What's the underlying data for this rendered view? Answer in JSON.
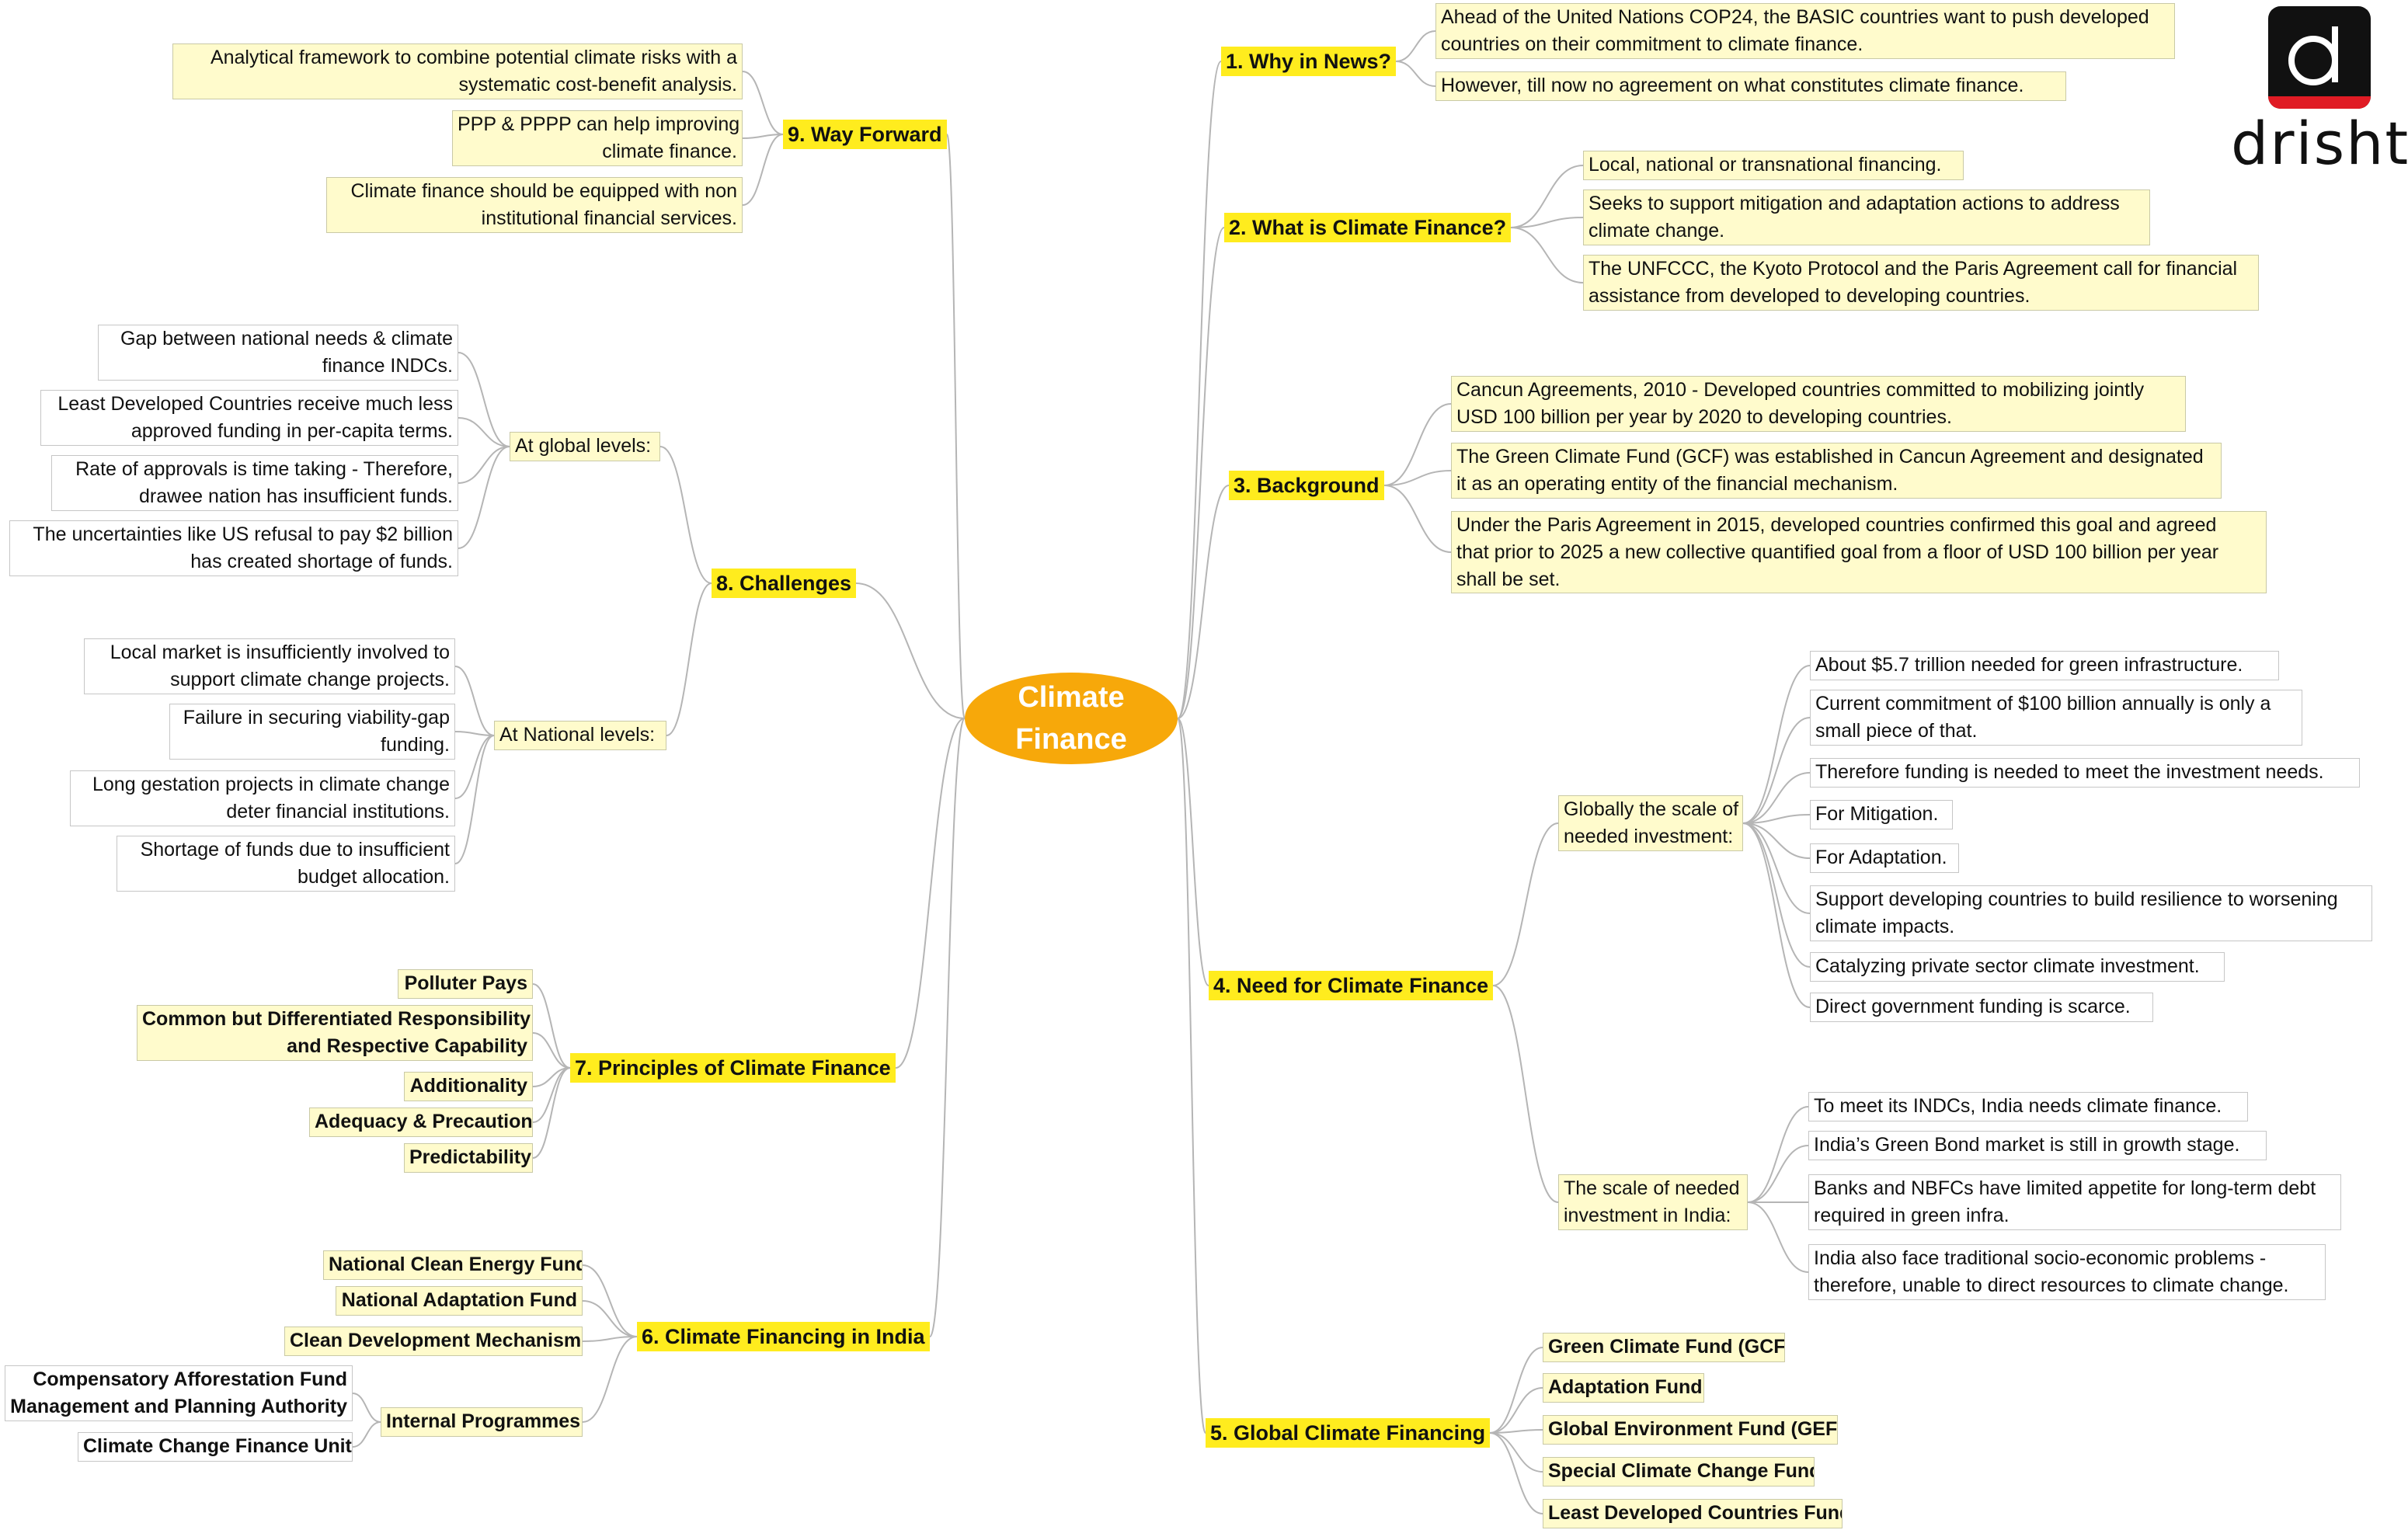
{
  "center": {
    "line1": "Climate",
    "line2": "Finance"
  },
  "logo": {
    "icon": "drishti-logo-icon",
    "text": "drishti",
    "accent": "#e01b24"
  },
  "colors": {
    "branch_bg": "#ffec1e",
    "leaf_yellow": "#fffbcc",
    "center_bg": "#f7a80a",
    "line": "#b5b5b5"
  },
  "b1": {
    "title": "1. Why in News?",
    "items": [
      [
        "Ahead of the United Nations COP24, the BASIC countries want to push developed",
        "countries on their commitment to climate finance."
      ],
      [
        "However, till now no agreement on what constitutes climate finance."
      ]
    ]
  },
  "b2": {
    "title": "2. What is Climate Finance?",
    "items": [
      [
        "Local, national or transnational financing."
      ],
      [
        "Seeks to support mitigation and adaptation actions to address",
        "climate change."
      ],
      [
        "The UNFCCC, the Kyoto Protocol and the Paris Agreement call for financial",
        "assistance from developed to developing countries."
      ]
    ]
  },
  "b3": {
    "title": "3. Background",
    "items": [
      [
        "Cancun Agreements, 2010 - Developed countries committed to mobilizing jointly",
        "USD 100 billion per year by 2020 to developing countries."
      ],
      [
        "The Green Climate Fund (GCF) was established in Cancun Agreement and designated",
        "it as an operating entity of the financial mechanism."
      ],
      [
        "Under the Paris Agreement in 2015, developed countries confirmed this goal and agreed",
        "that prior to 2025 a new collective quantified goal from a floor of USD 100 billion per year",
        "shall be set."
      ]
    ]
  },
  "b4": {
    "title": "4. Need for Climate Finance",
    "global": {
      "label": [
        "Globally the scale of",
        "needed investment:"
      ],
      "items": [
        [
          "About $5.7 trillion needed for green infrastructure."
        ],
        [
          "Current commitment of $100 billion annually is only a",
          "small piece of that."
        ],
        [
          "Therefore funding is needed to meet the investment needs."
        ],
        [
          "For Mitigation."
        ],
        [
          "For Adaptation."
        ],
        [
          "Support developing countries to build resilience to worsening",
          "climate impacts."
        ],
        [
          "Catalyzing private sector climate investment."
        ],
        [
          "Direct government funding is scarce."
        ]
      ]
    },
    "india": {
      "label": [
        "The scale of needed",
        "investment in India:"
      ],
      "items": [
        [
          "To meet its INDCs, India needs climate finance."
        ],
        [
          "India’s Green Bond market is still in growth stage."
        ],
        [
          "Banks and NBFCs have limited appetite for long-term debt",
          "required in green infra."
        ],
        [
          "India also face traditional socio-economic problems -",
          "therefore, unable to direct resources to climate change."
        ]
      ]
    }
  },
  "b5": {
    "title": "5. Global Climate Financing",
    "items": [
      "Green Climate Fund (GCF)",
      "Adaptation Fund",
      "Global Environment Fund (GEF)",
      "Special Climate Change Fund",
      "Least Developed Countries Fund"
    ]
  },
  "b6": {
    "title": "6. Climate Financing in India",
    "items": [
      "National Clean Energy Fund",
      "National Adaptation Fund",
      "Clean Development Mechanism",
      "Internal Programmes"
    ],
    "sub": [
      [
        "Compensatory Afforestation Fund",
        "Management and Planning Authority"
      ],
      [
        "Climate Change Finance Unit"
      ]
    ]
  },
  "b7": {
    "title": "7. Principles of Climate Finance",
    "items": [
      [
        "Polluter Pays"
      ],
      [
        "Common but Differentiated Responsibility",
        "and Respective Capability"
      ],
      [
        "Additionality"
      ],
      [
        "Adequacy & Precaution"
      ],
      [
        "Predictability"
      ]
    ]
  },
  "b8": {
    "title": "8. Challenges",
    "global": {
      "label": "At global levels:",
      "items": [
        [
          "Gap between national needs & climate",
          "finance INDCs."
        ],
        [
          "Least Developed Countries receive much less",
          "approved funding in per-capita terms."
        ],
        [
          "Rate of approvals is time taking - Therefore,",
          "drawee nation has insufficient funds."
        ],
        [
          "The uncertainties like US refusal to pay $2 billion",
          "has created shortage of funds."
        ]
      ]
    },
    "national": {
      "label": "At National levels:",
      "items": [
        [
          "Local market is insufficiently involved to",
          "support climate change projects."
        ],
        [
          "Failure in securing viability-gap",
          "funding."
        ],
        [
          "Long gestation projects in climate change",
          "deter financial institutions."
        ],
        [
          "Shortage of funds due to insufficient",
          "budget allocation."
        ]
      ]
    }
  },
  "b9": {
    "title": "9. Way Forward",
    "items": [
      [
        "Analytical framework to combine potential climate risks with a",
        "systematic cost-benefit analysis."
      ],
      [
        "PPP & PPPP can help improving",
        "climate finance."
      ],
      [
        "Climate finance should be equipped with non",
        "institutional financial services."
      ]
    ]
  }
}
